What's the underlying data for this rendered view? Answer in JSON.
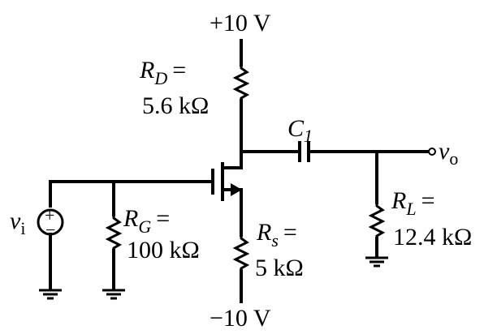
{
  "supply": {
    "top": "+10 V",
    "bottom": "−10 V"
  },
  "components": {
    "rd": {
      "symbol": "R",
      "sub": "D",
      "eq": "=",
      "value": "5.6 kΩ"
    },
    "rg": {
      "symbol": "R",
      "sub": "G",
      "eq": "=",
      "value": "100 kΩ"
    },
    "rs": {
      "symbol": "R",
      "sub": "s",
      "eq": "=",
      "value": "5 kΩ"
    },
    "rl": {
      "symbol": "R",
      "sub": "L",
      "eq": "=",
      "value": "12.4 kΩ"
    },
    "c1": {
      "symbol": "C",
      "sub": "1"
    }
  },
  "source": {
    "symbol": "v",
    "sub": "i",
    "plus": "+",
    "minus": "−"
  },
  "output": {
    "symbol": "v",
    "sub": "o"
  }
}
